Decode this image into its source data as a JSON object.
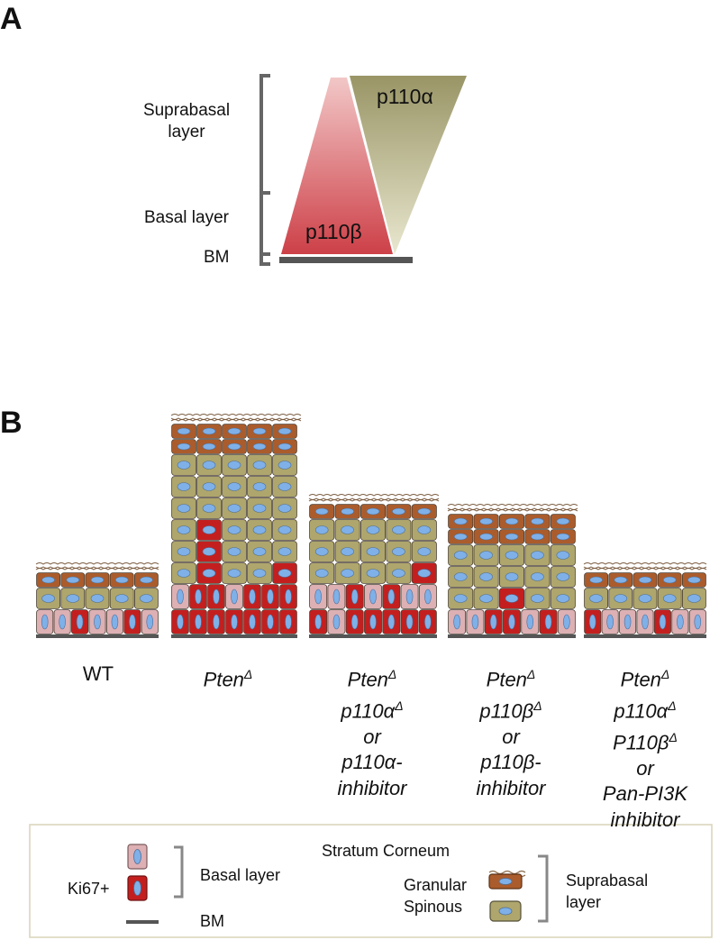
{
  "panel_a": {
    "letter": "A",
    "layers": {
      "suprabasal": "Suprabasal\nlayer",
      "basal": "Basal layer",
      "bm": "BM"
    },
    "isoforms": {
      "beta": "p110β",
      "alpha": "p110α"
    }
  },
  "panel_b": {
    "letter": "B",
    "columns": [
      {
        "id": "wt",
        "lines": [
          {
            "base": "WT",
            "sup": "",
            "italic": false
          }
        ]
      },
      {
        "id": "pten",
        "lines": [
          {
            "base": "Pten",
            "sup": "Δ",
            "italic": true
          }
        ]
      },
      {
        "id": "pten-p110a",
        "lines": [
          {
            "base": "Pten",
            "sup": "Δ",
            "italic": true
          },
          {
            "base": "p110α",
            "sup": "Δ",
            "italic": true
          },
          {
            "base": "or",
            "sup": "",
            "italic": true
          },
          {
            "base": "p110α-",
            "sup": "",
            "italic": true
          },
          {
            "base": "inhibitor",
            "sup": "",
            "italic": true
          }
        ]
      },
      {
        "id": "pten-p110b",
        "lines": [
          {
            "base": "Pten",
            "sup": "Δ",
            "italic": true
          },
          {
            "base": "p110β",
            "sup": "Δ",
            "italic": true
          },
          {
            "base": "or",
            "sup": "",
            "italic": true
          },
          {
            "base": "p110β-",
            "sup": "",
            "italic": true
          },
          {
            "base": "inhibitor",
            "sup": "",
            "italic": true
          }
        ]
      },
      {
        "id": "pten-pan",
        "lines": [
          {
            "base": "Pten",
            "sup": "Δ",
            "italic": true
          },
          {
            "base": "p110α",
            "sup": "Δ",
            "italic": true
          },
          {
            "base": "P110β",
            "sup": "Δ",
            "italic": true
          },
          {
            "base": "or",
            "sup": "",
            "italic": true
          },
          {
            "base": "Pan-PI3K",
            "sup": "",
            "italic": true
          },
          {
            "base": "inhibitor",
            "sup": "",
            "italic": true
          }
        ]
      }
    ],
    "stacks": [
      {
        "id": "wt",
        "rows": [
          {
            "type": "basal",
            "ki67": [
              2,
              5
            ]
          },
          {
            "type": "spinous"
          },
          {
            "type": "granular"
          }
        ]
      },
      {
        "id": "pten",
        "rows": [
          {
            "type": "basal",
            "ki67": [
              0,
              1,
              2,
              3,
              4,
              5,
              6
            ]
          },
          {
            "type": "basal",
            "ki67": [
              1,
              2,
              4,
              5,
              6
            ]
          },
          {
            "type": "spinous",
            "ki67": [
              1,
              4
            ]
          },
          {
            "type": "spinous",
            "ki67": [
              1
            ]
          },
          {
            "type": "spinous",
            "ki67": [
              1
            ]
          },
          {
            "type": "spinous"
          },
          {
            "type": "spinous"
          },
          {
            "type": "spinous"
          },
          {
            "type": "granular"
          },
          {
            "type": "granular"
          }
        ]
      },
      {
        "id": "pten-p110a",
        "rows": [
          {
            "type": "basal",
            "ki67": [
              0,
              2,
              3,
              4,
              5,
              6
            ]
          },
          {
            "type": "basal",
            "ki67": [
              2,
              4
            ]
          },
          {
            "type": "spinous",
            "ki67": [
              4
            ]
          },
          {
            "type": "spinous"
          },
          {
            "type": "spinous"
          },
          {
            "type": "granular"
          }
        ]
      },
      {
        "id": "pten-p110b",
        "rows": [
          {
            "type": "basal",
            "ki67": [
              2,
              3,
              5
            ]
          },
          {
            "type": "spinous",
            "ki67": [
              2
            ]
          },
          {
            "type": "spinous"
          },
          {
            "type": "spinous"
          },
          {
            "type": "granular"
          },
          {
            "type": "granular"
          }
        ]
      },
      {
        "id": "pten-pan",
        "rows": [
          {
            "type": "basal",
            "ki67": [
              0,
              4
            ]
          },
          {
            "type": "spinous"
          },
          {
            "type": "granular"
          }
        ]
      }
    ]
  },
  "legend": {
    "ki67": "Ki67+",
    "basal": "Basal layer",
    "bm": "BM",
    "stratum": "Stratum Corneum",
    "granular": "Granular",
    "spinous": "Spinous",
    "suprabasal": "Suprabasal\nlayer"
  },
  "colors": {
    "basal_cell": "#ddb0b4",
    "ki67_cell": "#c41f1f",
    "nucleus": "#7fb0e8",
    "spinous_cell": "#aea66c",
    "granular_cell": "#ab5c2c",
    "bm": "#555555",
    "beta_tri": "#d45a60",
    "alpha_tri": "#a8a57e"
  }
}
